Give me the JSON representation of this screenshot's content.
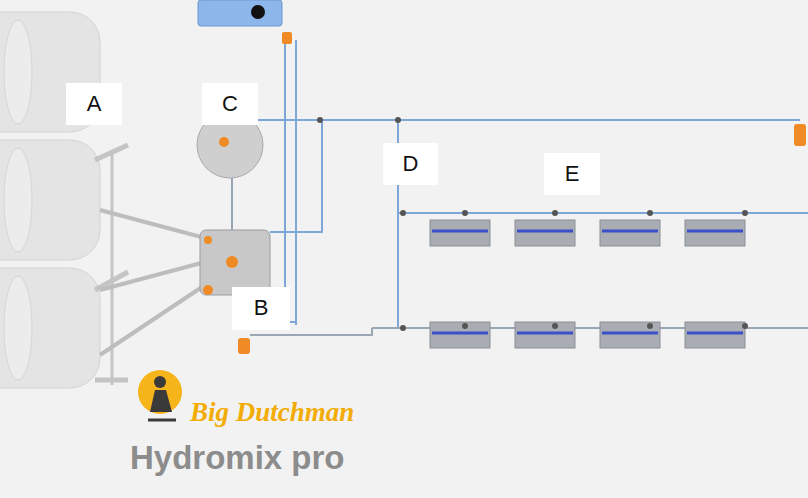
{
  "diagram": {
    "labels": [
      "A",
      "C",
      "D",
      "E",
      "B",
      "Big Dutchman",
      "Hydromix pro"
    ]
  }
}
